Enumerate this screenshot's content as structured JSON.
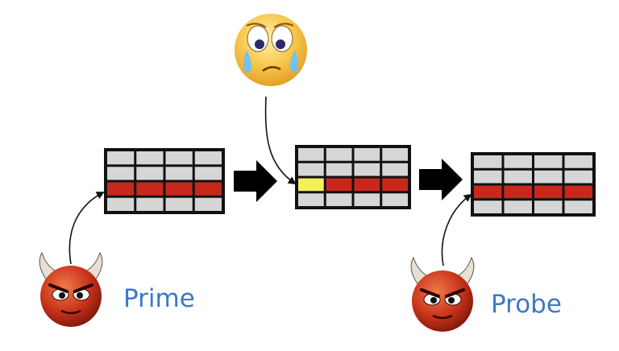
{
  "labels": {
    "prime": "Prime",
    "probe": "Probe"
  },
  "colors": {
    "cell_empty": "#d6d6d6",
    "cell_attacker": "#c8281c",
    "cell_victim": "#f5f05a",
    "grid_border": "#111111",
    "label": "#3d78c6",
    "devil_face": "#c8321a",
    "victim_face": "#f3b73c"
  },
  "cache_states": [
    {
      "name": "after-prime",
      "rows": [
        [
          "empty",
          "empty",
          "empty",
          "empty"
        ],
        [
          "empty",
          "empty",
          "empty",
          "empty"
        ],
        [
          "attacker",
          "attacker",
          "attacker",
          "attacker"
        ],
        [
          "empty",
          "empty",
          "empty",
          "empty"
        ]
      ]
    },
    {
      "name": "after-victim-access",
      "rows": [
        [
          "empty",
          "empty",
          "empty",
          "empty"
        ],
        [
          "empty",
          "empty",
          "empty",
          "empty"
        ],
        [
          "victim",
          "attacker",
          "attacker",
          "attacker"
        ],
        [
          "empty",
          "empty",
          "empty",
          "empty"
        ]
      ]
    },
    {
      "name": "at-probe",
      "rows": [
        [
          "empty",
          "empty",
          "empty",
          "empty"
        ],
        [
          "empty",
          "empty",
          "empty",
          "empty"
        ],
        [
          "attacker",
          "attacker",
          "attacker",
          "attacker"
        ],
        [
          "empty",
          "empty",
          "empty",
          "empty"
        ]
      ]
    }
  ],
  "icons": {
    "attacker": "devil-face-icon",
    "victim": "crying-face-icon",
    "step": "block-arrow-right-icon"
  }
}
